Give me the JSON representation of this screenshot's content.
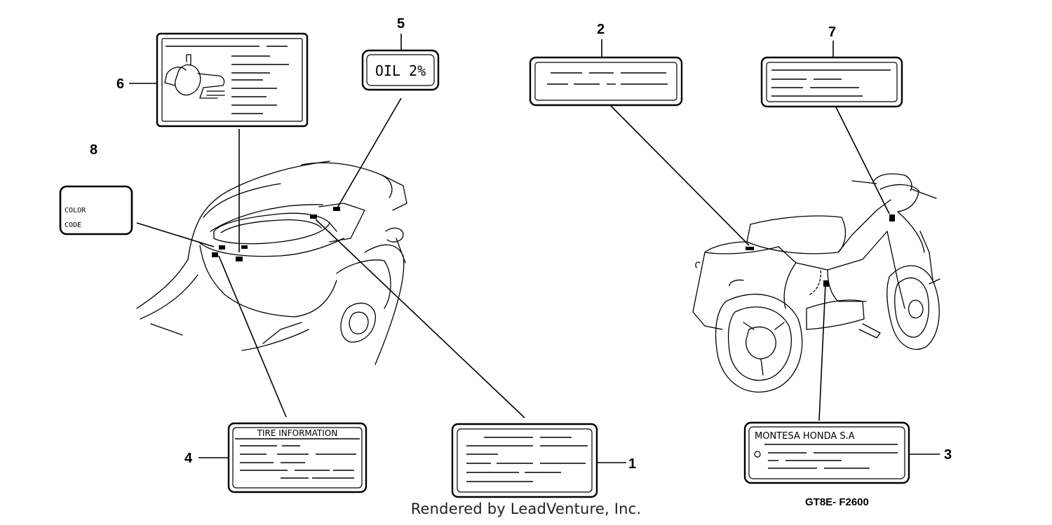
{
  "callouts": [
    "1",
    "2",
    "3",
    "4",
    "5",
    "6",
    "7",
    "8"
  ],
  "labels": {
    "oil": "OIL 2%",
    "color_line1": "COLOR",
    "color_line2": "CODE",
    "tire": "TIRE INFORMATION",
    "maker": "MONTESA HONDA S.A"
  },
  "footer": "Rendered by LeadVenture, Inc.",
  "diagram_code": "GT8E- F2600"
}
